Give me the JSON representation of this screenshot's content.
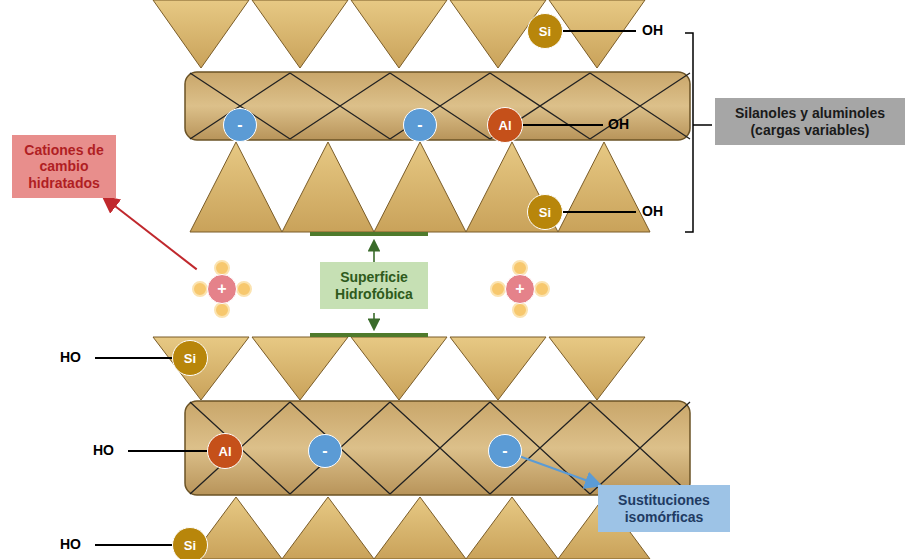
{
  "diagram": {
    "nodes": [
      {
        "text": [
          "Si"
        ]
      },
      {
        "text": [
          "Cationes de cambio hidratados"
        ]
      },
      {
        "text": [
          "-"
        ]
      },
      {
        "text": [
          "-"
        ]
      },
      {
        "text": [
          "Al"
        ]
      },
      {
        "text": [
          "Silanoles y aluminoles (cargas variables)"
        ]
      },
      {
        "text": [
          "Si"
        ]
      },
      {
        "text": [
          "Superficie Hidrofóbica"
        ]
      },
      {
        "text": [
          "+"
        ]
      },
      {
        "text": [
          "+"
        ]
      },
      {
        "text": [
          "Si"
        ]
      },
      {
        "text": [
          "Al"
        ]
      },
      {
        "text": [
          "-"
        ]
      },
      {
        "text": [
          "-"
        ]
      },
      {
        "text": [
          "Sustituciones isomórficas"
        ]
      },
      {
        "text": [
          "Si"
        ]
      }
    ],
    "edges": [
      {
        "from": 8,
        "to": 1,
        "arrow": "to"
      },
      {
        "from": 13,
        "to": 14,
        "arrow": "to"
      }
    ],
    "labels": [
      "OH",
      "OH",
      "OH",
      "HO",
      "HO",
      "HO"
    ]
  }
}
